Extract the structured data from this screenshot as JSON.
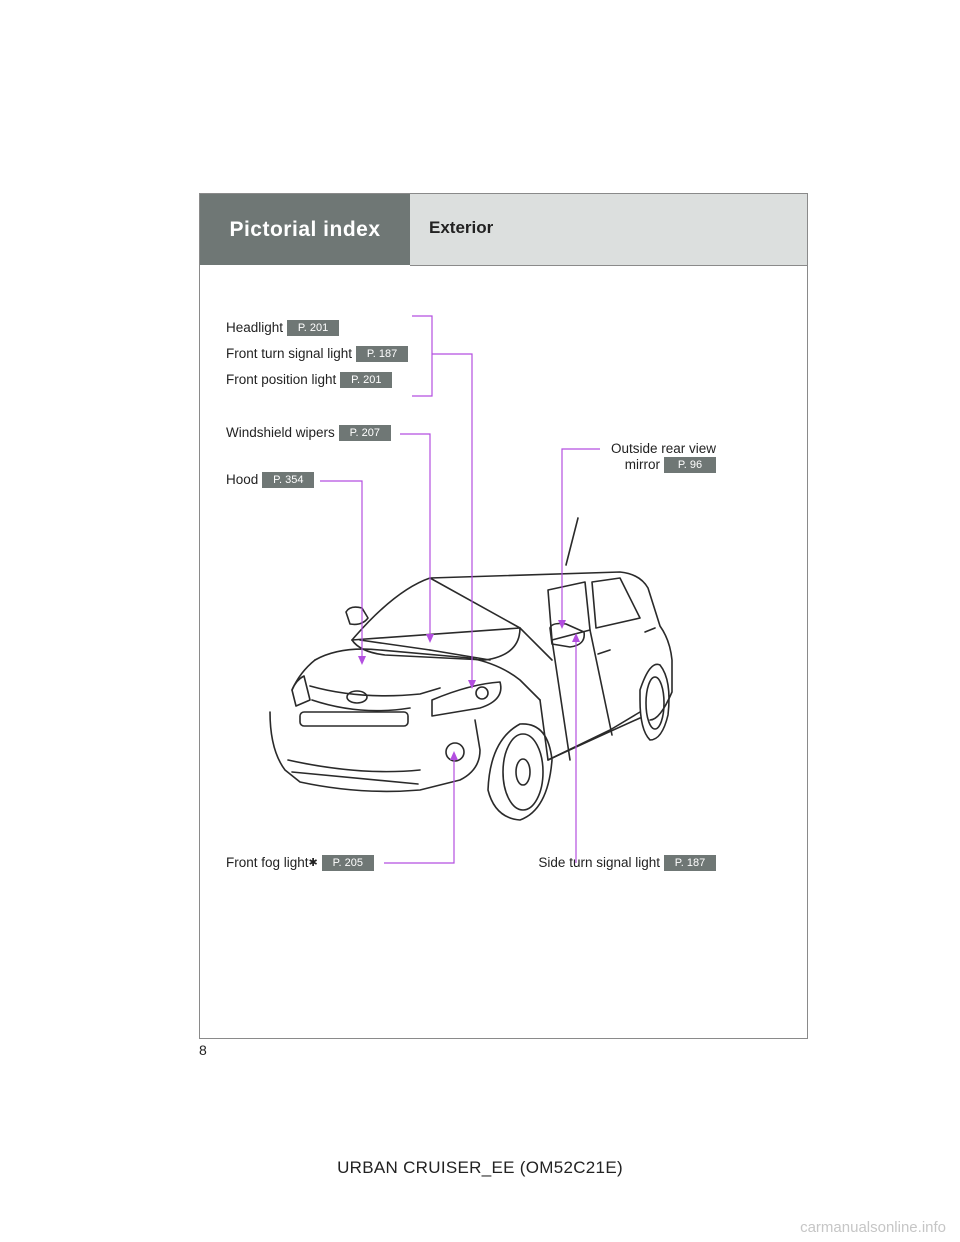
{
  "header": {
    "section": "Pictorial index",
    "title": "Exterior"
  },
  "callouts": {
    "headlight": {
      "label": "Headlight",
      "page": "P. 201"
    },
    "front_turn_signal": {
      "label": "Front turn signal light",
      "page": "P. 187"
    },
    "front_position": {
      "label": "Front position light",
      "page": "P. 201"
    },
    "windshield_wipers": {
      "label": "Windshield wipers",
      "page": "P. 207"
    },
    "hood": {
      "label": "Hood",
      "page": "P. 354"
    },
    "outside_mirror": {
      "label_line1": "Outside rear view",
      "label_line2": "mirror",
      "page": "P. 96"
    },
    "front_fog": {
      "label": "Front fog light",
      "asterisk": "✱",
      "page": "P. 205"
    },
    "side_turn_signal": {
      "label": "Side turn signal light",
      "page": "P. 187"
    }
  },
  "page_number": "8",
  "footer": "URBAN CRUISER_EE (OM52C21E)",
  "watermark": "carmanualsonline.info",
  "colors": {
    "header_dark": "#6f7775",
    "header_light": "#dcdfde",
    "leader_line": "#b34fe0",
    "badge": "#6f7775"
  }
}
